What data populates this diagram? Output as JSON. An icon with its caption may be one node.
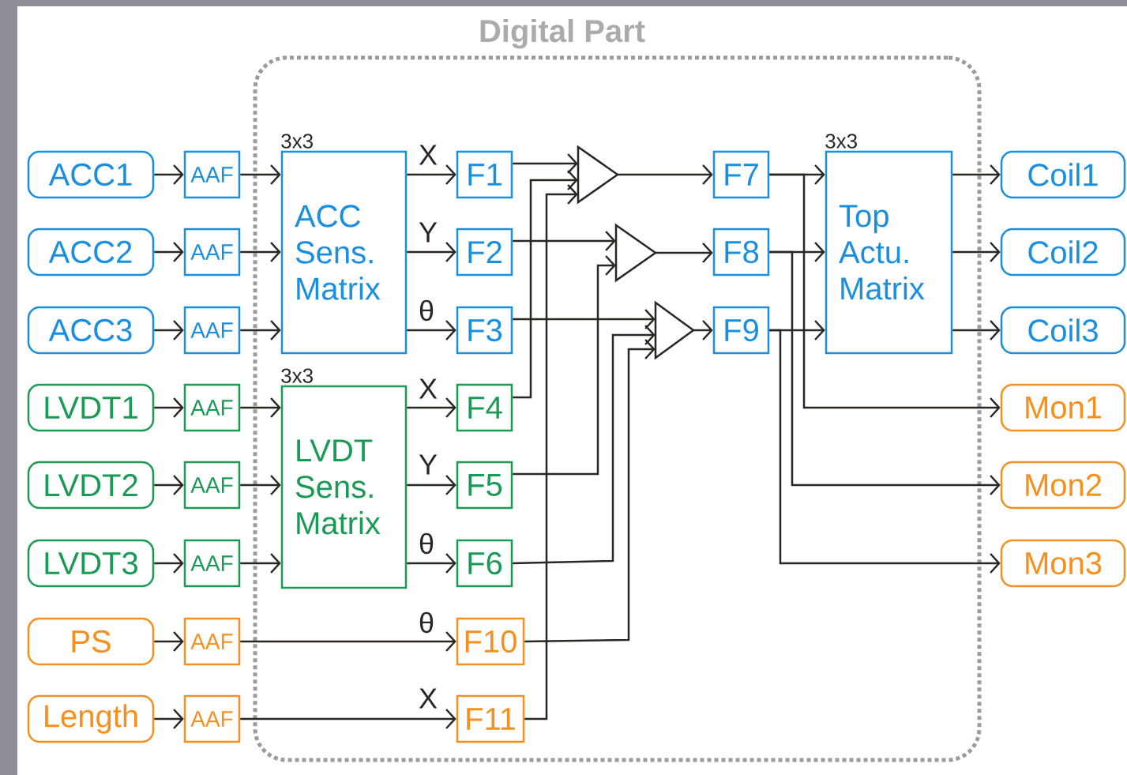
{
  "diagram": {
    "nodes": [
      {
        "text": [
          "Digital Part"
        ]
      },
      {
        "text": [
          "ACC1"
        ]
      },
      {
        "text": [
          "ACC2"
        ]
      },
      {
        "text": [
          "ACC3"
        ]
      },
      {
        "text": [
          "LVDT1"
        ]
      },
      {
        "text": [
          "LVDT2"
        ]
      },
      {
        "text": [
          "LVDT3"
        ]
      },
      {
        "text": [
          "PS"
        ]
      },
      {
        "text": [
          "Length"
        ]
      },
      {
        "text": [
          "AAF"
        ]
      },
      {
        "text": [
          "AAF"
        ]
      },
      {
        "text": [
          "AAF"
        ]
      },
      {
        "text": [
          "AAF"
        ]
      },
      {
        "text": [
          "AAF"
        ]
      },
      {
        "text": [
          "AAF"
        ]
      },
      {
        "text": [
          "AAF"
        ]
      },
      {
        "text": [
          "AAF"
        ]
      },
      {
        "text": [
          "ACC Sens. Matrix"
        ],
        "beside": [
          "3x3"
        ],
        "in": 0
      },
      {
        "text": [
          "LVDT Sens. Matrix"
        ],
        "beside": [
          "3x3"
        ],
        "in": 0
      },
      {
        "text": [
          "F1"
        ],
        "in": 0
      },
      {
        "text": [
          "F2"
        ],
        "in": 0
      },
      {
        "text": [
          "F3"
        ],
        "in": 0
      },
      {
        "text": [
          "F4"
        ],
        "in": 0
      },
      {
        "text": [
          "F5"
        ],
        "in": 0
      },
      {
        "text": [
          "F6"
        ],
        "in": 0
      },
      {
        "text": [
          "F10"
        ],
        "in": 0
      },
      {
        "text": [
          "F11"
        ],
        "in": 0
      },
      {
        "text": [],
        "shape": "triangle",
        "in": 0
      },
      {
        "text": [],
        "shape": "triangle",
        "in": 0
      },
      {
        "text": [],
        "shape": "triangle",
        "in": 0
      },
      {
        "text": [
          "F7"
        ],
        "in": 0
      },
      {
        "text": [
          "F8"
        ],
        "in": 0
      },
      {
        "text": [
          "F9"
        ],
        "in": 0
      },
      {
        "text": [
          "Top Actu. Matrix"
        ],
        "beside": [
          "3x3"
        ],
        "in": 0
      },
      {
        "text": [
          "Coil1"
        ]
      },
      {
        "text": [
          "Coil2"
        ]
      },
      {
        "text": [
          "Coil3"
        ]
      },
      {
        "text": [
          "Mon1"
        ]
      },
      {
        "text": [
          "Mon2"
        ]
      },
      {
        "text": [
          "Mon3"
        ]
      }
    ],
    "edges": [
      {
        "from": 1,
        "to": 9,
        "arrow": "to"
      },
      {
        "from": 2,
        "to": 10,
        "arrow": "to"
      },
      {
        "from": 3,
        "to": 11,
        "arrow": "to"
      },
      {
        "from": 4,
        "to": 12,
        "arrow": "to"
      },
      {
        "from": 5,
        "to": 13,
        "arrow": "to"
      },
      {
        "from": 6,
        "to": 14,
        "arrow": "to"
      },
      {
        "from": 7,
        "to": 15,
        "arrow": "to"
      },
      {
        "from": 8,
        "to": 16,
        "arrow": "to"
      },
      {
        "from": 9,
        "to": 17,
        "arrow": "to"
      },
      {
        "from": 10,
        "to": 17,
        "arrow": "to"
      },
      {
        "from": 11,
        "to": 17,
        "arrow": "to"
      },
      {
        "from": 12,
        "to": 18,
        "arrow": "to"
      },
      {
        "from": 13,
        "to": 18,
        "arrow": "to"
      },
      {
        "from": 14,
        "to": 18,
        "arrow": "to"
      },
      {
        "from": 17,
        "to": 19,
        "arrow": "to",
        "label": "X"
      },
      {
        "from": 17,
        "to": 20,
        "arrow": "to",
        "label": "Y"
      },
      {
        "from": 17,
        "to": 21,
        "arrow": "to",
        "label": "θ"
      },
      {
        "from": 18,
        "to": 22,
        "arrow": "to",
        "label": "X"
      },
      {
        "from": 18,
        "to": 23,
        "arrow": "to",
        "label": "Y"
      },
      {
        "from": 18,
        "to": 24,
        "arrow": "to",
        "label": "θ"
      },
      {
        "from": 15,
        "to": 25,
        "arrow": "to",
        "label": "θ"
      },
      {
        "from": 16,
        "to": 26,
        "arrow": "to",
        "label": "X"
      },
      {
        "from": 19,
        "to": 27,
        "arrow": "to"
      },
      {
        "from": 22,
        "to": 27,
        "arrow": "to"
      },
      {
        "from": 26,
        "to": 27,
        "arrow": "to"
      },
      {
        "from": 20,
        "to": 28,
        "arrow": "to"
      },
      {
        "from": 23,
        "to": 28,
        "arrow": "to"
      },
      {
        "from": 21,
        "to": 29,
        "arrow": "to"
      },
      {
        "from": 24,
        "to": 29,
        "arrow": "to"
      },
      {
        "from": 25,
        "to": 29,
        "arrow": "to"
      },
      {
        "from": 27,
        "to": 30,
        "arrow": "to"
      },
      {
        "from": 28,
        "to": 31,
        "arrow": "to"
      },
      {
        "from": 29,
        "to": 32,
        "arrow": "to"
      },
      {
        "from": 30,
        "to": 33,
        "arrow": "to"
      },
      {
        "from": 31,
        "to": 33,
        "arrow": "to"
      },
      {
        "from": 32,
        "to": 33,
        "arrow": "to"
      },
      {
        "from": 30,
        "to": 37,
        "arrow": "to"
      },
      {
        "from": 31,
        "to": 38,
        "arrow": "to"
      },
      {
        "from": 32,
        "to": 39,
        "arrow": "to"
      },
      {
        "from": 33,
        "to": 34,
        "arrow": "to"
      },
      {
        "from": 33,
        "to": 35,
        "arrow": "to"
      },
      {
        "from": 33,
        "to": 36,
        "arrow": "to"
      }
    ]
  }
}
